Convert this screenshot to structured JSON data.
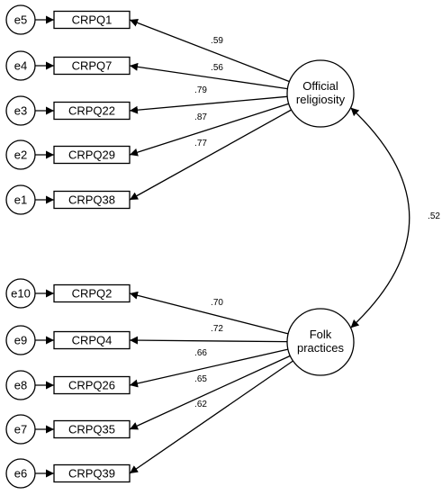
{
  "factors": [
    {
      "id": "official",
      "lines": [
        "Official",
        "religiosity"
      ]
    },
    {
      "id": "folk",
      "lines": [
        "Folk",
        "practices"
      ]
    }
  ],
  "indicators": [
    {
      "label": "CRPQ1",
      "error": "e5",
      "factor": "official",
      "loading": ".59"
    },
    {
      "label": "CRPQ7",
      "error": "e4",
      "factor": "official",
      "loading": ".56"
    },
    {
      "label": "CRPQ22",
      "error": "e3",
      "factor": "official",
      "loading": ".79"
    },
    {
      "label": "CRPQ29",
      "error": "e2",
      "factor": "official",
      "loading": ".87"
    },
    {
      "label": "CRPQ38",
      "error": "e1",
      "factor": "official",
      "loading": ".77"
    },
    {
      "label": "CRPQ2",
      "error": "e10",
      "factor": "folk",
      "loading": ".70"
    },
    {
      "label": "CRPQ4",
      "error": "e9",
      "factor": "folk",
      "loading": ".72"
    },
    {
      "label": "CRPQ26",
      "error": "e8",
      "factor": "folk",
      "loading": ".66"
    },
    {
      "label": "CRPQ35",
      "error": "e7",
      "factor": "folk",
      "loading": ".65"
    },
    {
      "label": "CRPQ39",
      "error": "e6",
      "factor": "folk",
      "loading": ".62"
    }
  ],
  "correlation": {
    "value": ".52"
  }
}
